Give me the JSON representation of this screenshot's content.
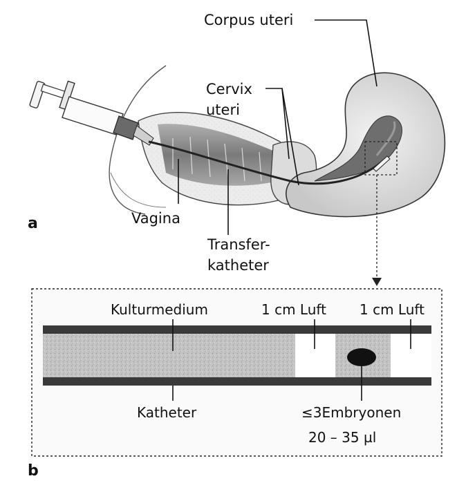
{
  "panel_a": {
    "letter": "a",
    "labels": {
      "corpus_uteri": "Corpus uteri",
      "cervix_line1": "Cervix",
      "cervix_line2": "uteri",
      "vagina": "Vagina",
      "transfer_line1": "Transfer-",
      "transfer_line2": "katheter"
    }
  },
  "panel_b": {
    "letter": "b",
    "labels": {
      "kulturmedium": "Kulturmedium",
      "luft_1": "1 cm Luft",
      "luft_2": "1 cm Luft",
      "katheter": "Katheter",
      "embryonen": "≤3Embryonen",
      "volume": "20 – 35 µl"
    }
  },
  "colors": {
    "ink": "#111111",
    "tissue_light": "#e6e6e6",
    "tissue_mid": "#c9c9c9",
    "tissue_dark": "#7a7a7a",
    "catheter_wall": "#3a3a3a",
    "medium_fill": "#bdbdbd"
  }
}
